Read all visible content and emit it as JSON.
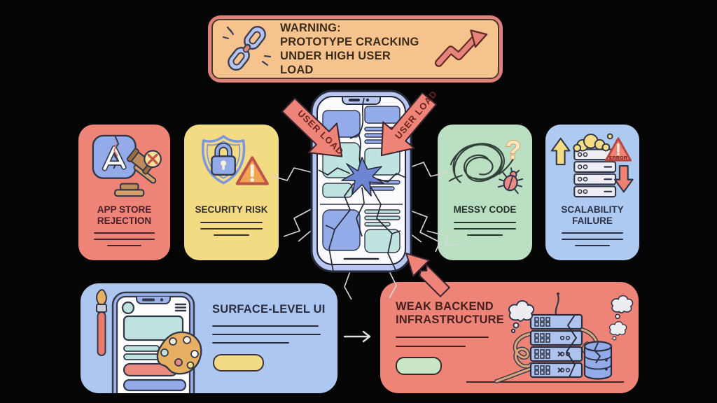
{
  "banner": {
    "line1": "WARNING:",
    "line2": "PROTOTYPE CRACKING",
    "line3": "UNDER HIGH USER LOAD"
  },
  "load_arrows": {
    "left_label": "USER LOAD",
    "right_label": "USER LOAD"
  },
  "cards": [
    {
      "title": "APP STORE REJECTION",
      "icon": "broken-app-store-gavel-icon",
      "color": "#EE8478"
    },
    {
      "title": "SECURITY RISK",
      "icon": "shield-lock-warning-icon",
      "color": "#F2DB82"
    },
    {
      "title": "MESSY CODE",
      "icon": "tangled-scribble-bug-icon",
      "color": "#BADFC2",
      "question_mark": "?"
    },
    {
      "title": "SCALABILITY FAILURE",
      "icon": "overloaded-server-arrows-icon",
      "color": "#AECAF0",
      "error_label": "ERROR"
    }
  ],
  "bottom_cards": [
    {
      "title": "SURFACE-LEVEL UI",
      "icon": "phone-ui-paintbrush-palette-icon",
      "color": "#AEC7F0"
    },
    {
      "title": "WEAK BACKEND INFRASTRUCTURE",
      "icon": "broken-smoking-servers-icon",
      "color": "#EE8478"
    }
  ],
  "colors": {
    "background": "#000000",
    "salmon": "#EE8478",
    "yellow": "#F2DB82",
    "green": "#BADFC2",
    "blue": "#AECAF0",
    "banner_fill": "#F6C38E",
    "banner_border": "#DE827B",
    "phone_body": "#B9C6F2",
    "crack_star": "#6E86D2"
  }
}
